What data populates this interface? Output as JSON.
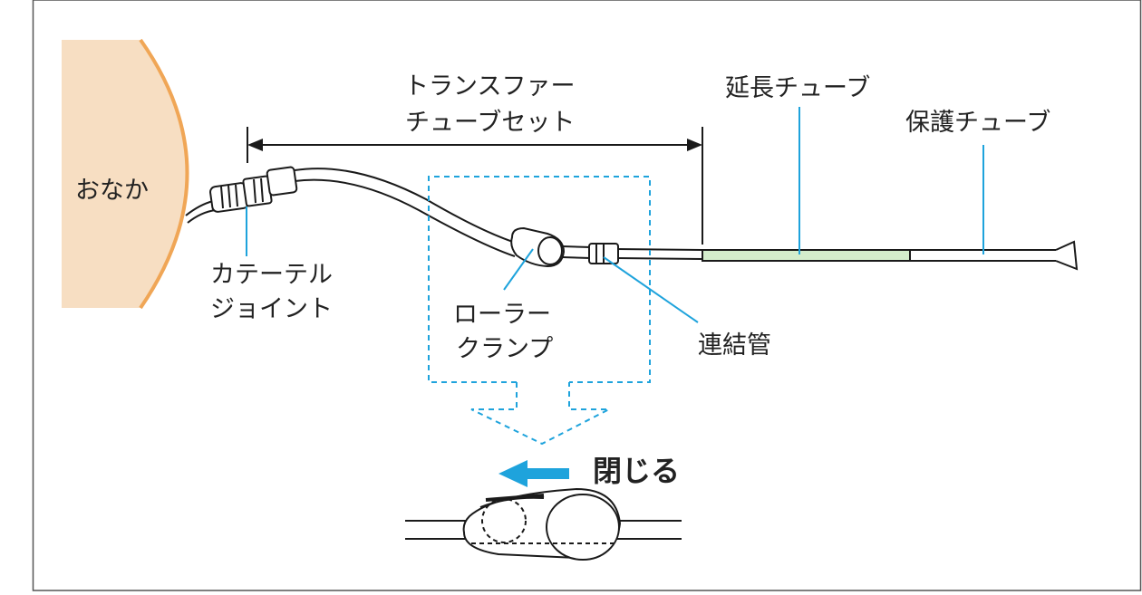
{
  "colors": {
    "frame": "#555555",
    "abdomen_fill": "#F7DEC2",
    "abdomen_edge": "#F0A656",
    "tube_stroke": "#1a1a1a",
    "leader_line": "#1EA3DC",
    "dashed_box": "#1EA3DC",
    "arrow": "#1EA3DC",
    "extension_fill": "#D4EDCC"
  },
  "labels": {
    "abdomen": "おなか",
    "transfer_set_line1": "トランスファー",
    "transfer_set_line2": "チューブセット",
    "extension_tube": "延長チューブ",
    "protective_tube": "保護チューブ",
    "catheter_joint_line1": "カテーテル",
    "catheter_joint_line2": "ジョイント",
    "roller_clamp_line1": "ローラー",
    "roller_clamp_line2": "クランプ",
    "connector_tube": "連結管",
    "close_action": "閉じる"
  },
  "icons": {
    "close_arrow": "left-arrow-icon",
    "dimension_arrow": "double-headed-arrow-icon"
  }
}
